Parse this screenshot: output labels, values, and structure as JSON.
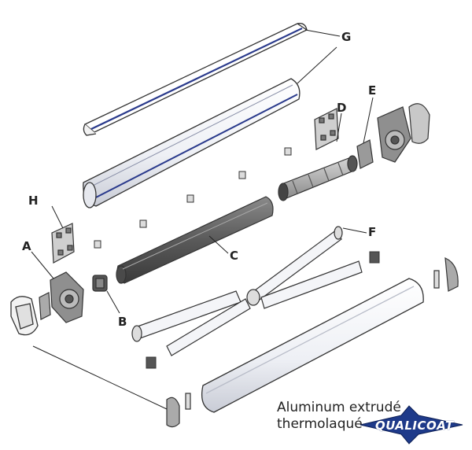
{
  "labels": {
    "G": "G",
    "D": "D",
    "E": "E",
    "H": "H",
    "A": "A",
    "F": "F",
    "C": "C",
    "B": "B"
  },
  "caption": {
    "line1": "Aluminum extrudé",
    "line2": "thermolaqué"
  },
  "logo": {
    "text": "QUALICOAT"
  },
  "colors": {
    "outline": "#333333",
    "accent": "#2a3a8c",
    "logo_blue": "#1e3a8a"
  }
}
